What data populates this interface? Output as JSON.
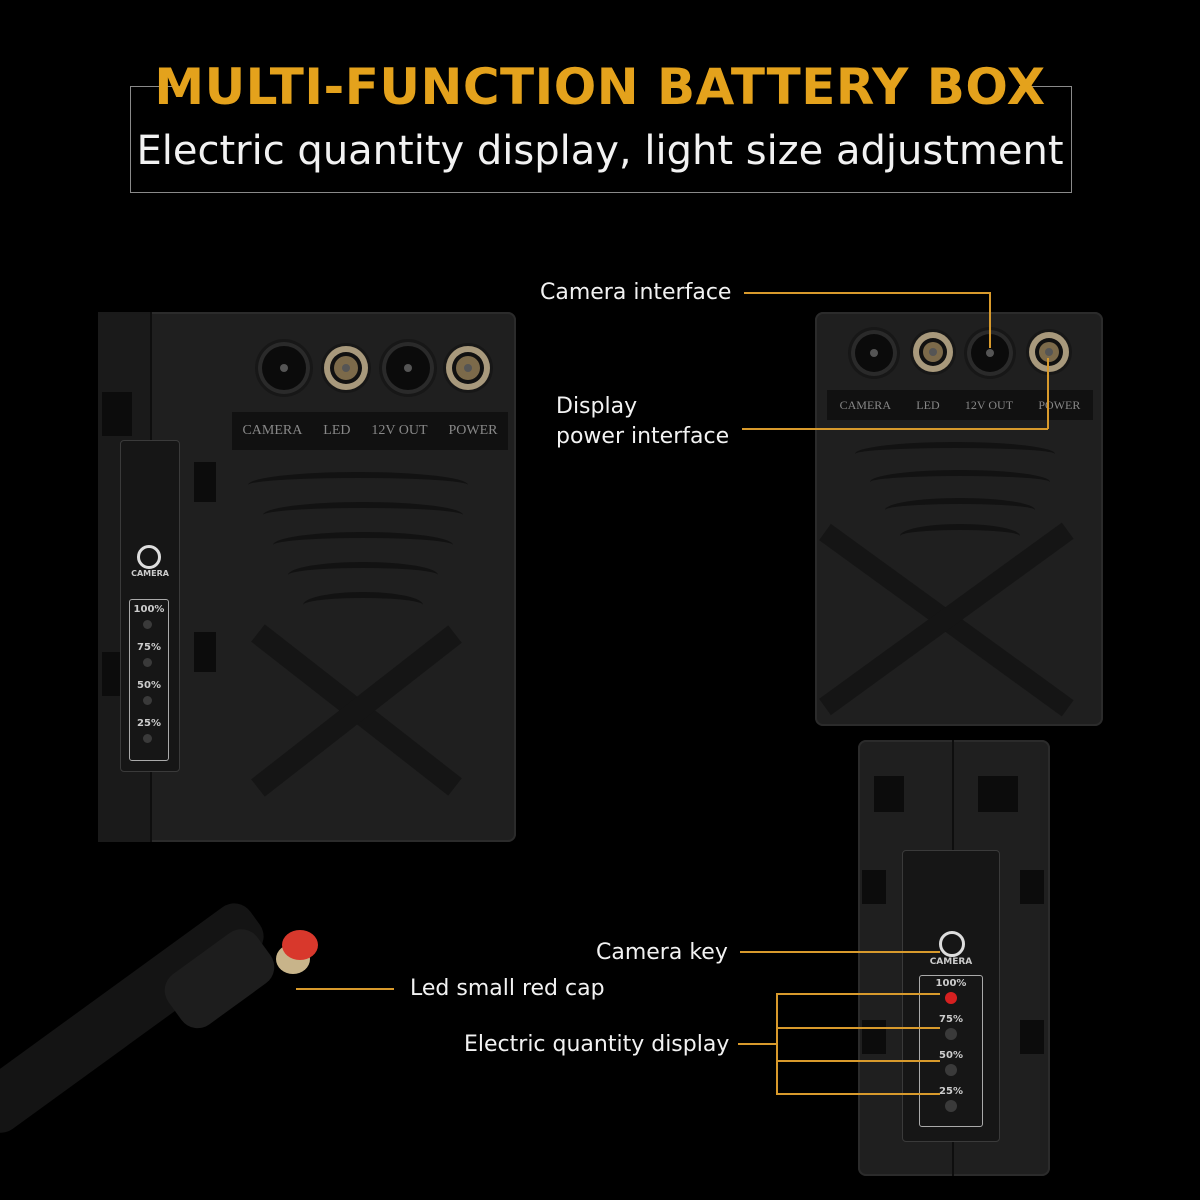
{
  "header": {
    "title": "MULTI-FUNCTION BATTERY BOX",
    "subtitle": "Electric quantity display, light size adjustment"
  },
  "device_labels": {
    "ports": [
      "CAMERA",
      "LED",
      "12V OUT",
      "POWER"
    ],
    "camera_button": "CAMERA",
    "levels": [
      "100%",
      "75%",
      "50%",
      "25%"
    ]
  },
  "callouts": {
    "camera_interface": "Camera interface",
    "display_power_line1": "Display",
    "display_power_line2": "power interface",
    "camera_key": "Camera key",
    "led_red_cap": "Led small red cap",
    "electric_quantity": "Electric quantity display"
  },
  "colors": {
    "title": "#e4a21c",
    "callout_line": "#d89a2c",
    "led_active": "#d62020",
    "cap": "#d8382c"
  }
}
